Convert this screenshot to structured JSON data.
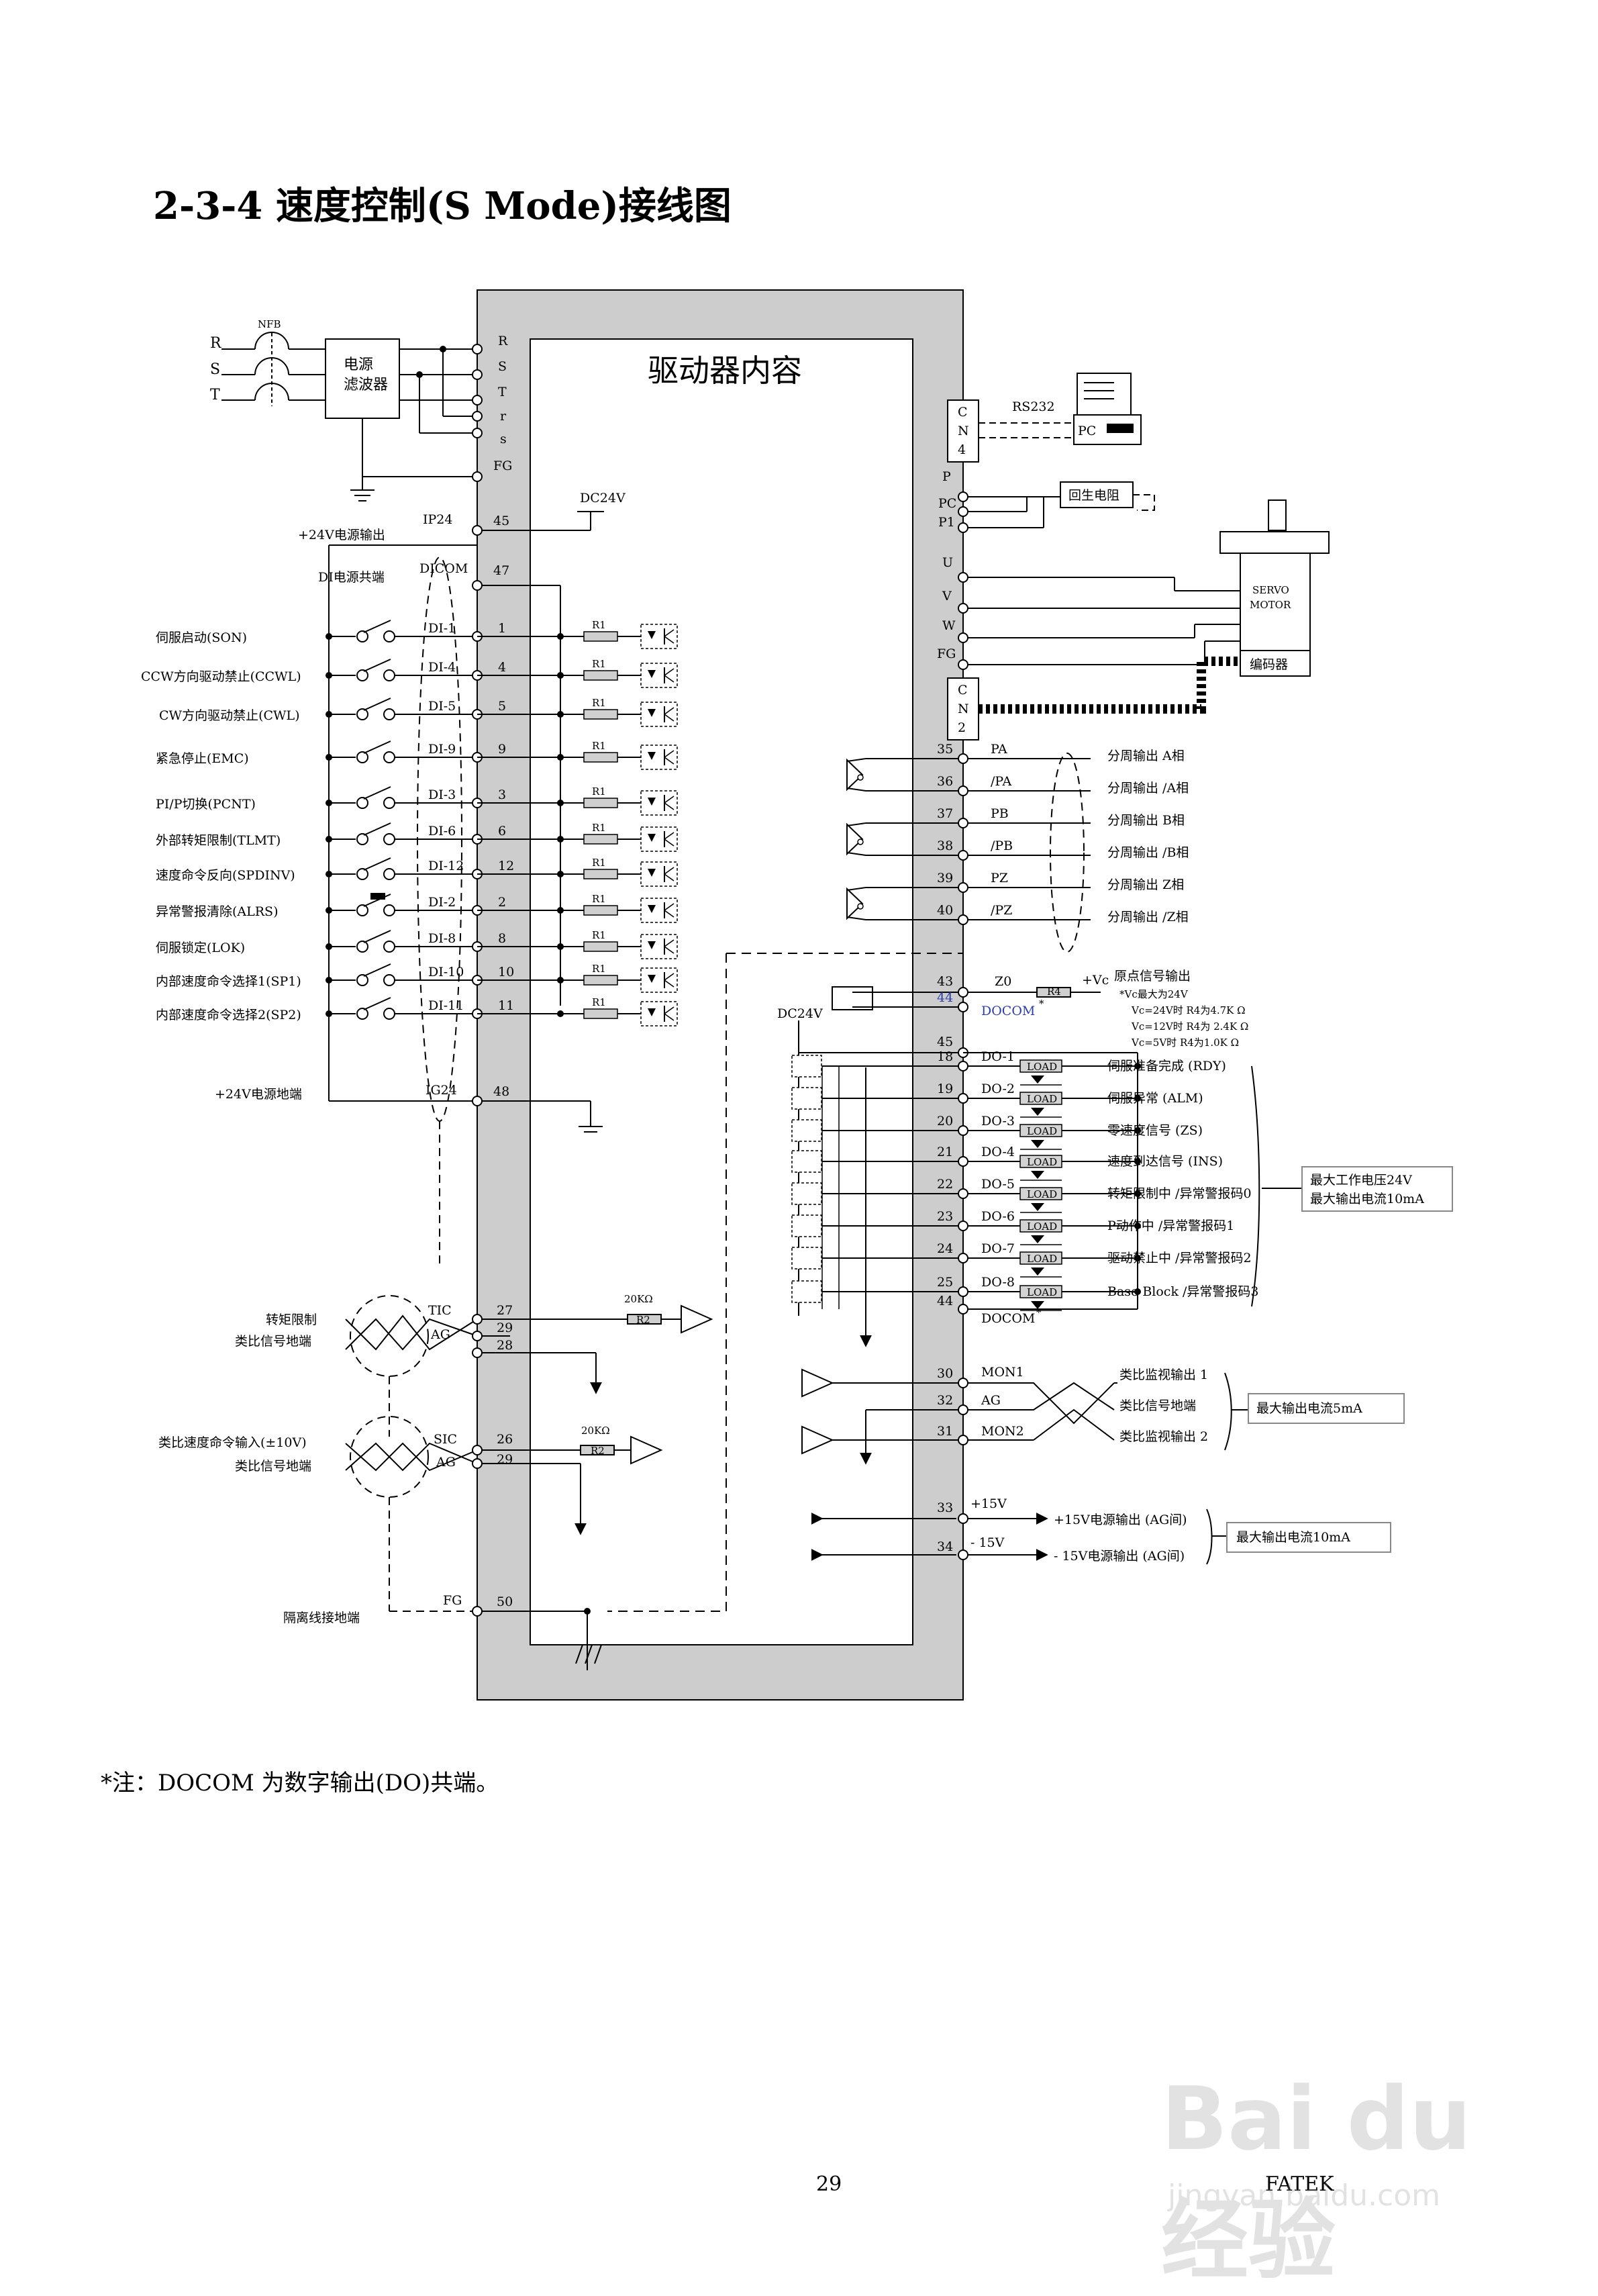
{
  "heading": "2-3-4  速度控制(S Mode)接线图",
  "drive": {
    "title": "驱动器内容"
  },
  "power_input": {
    "phases": [
      "R",
      "S",
      "T"
    ],
    "breaker": "NFB",
    "filter_line1": "电源",
    "filter_line2": "滤波器",
    "terminals": [
      "R",
      "S",
      "T",
      "r",
      "s",
      "FG"
    ]
  },
  "dc24v_label": "DC24V",
  "dc24v_label2": "DC24V",
  "ip24": {
    "name": "IP24",
    "pin": "45",
    "desc": "+24V电源输出"
  },
  "dicom": {
    "name": "DICOM",
    "pin": "47",
    "desc": "DI电源共端"
  },
  "digital_inputs": [
    {
      "desc": "伺服启动(SON)",
      "di": "DI-1",
      "pin": "1"
    },
    {
      "desc": "CCW方向驱动禁止(CCWL)",
      "di": "DI-4",
      "pin": "4"
    },
    {
      "desc": "CW方向驱动禁止(CWL)",
      "di": "DI-5",
      "pin": "5"
    },
    {
      "desc": "紧急停止(EMC)",
      "di": "DI-9",
      "pin": "9"
    },
    {
      "desc": "PI/P切换(PCNT)",
      "di": "DI-3",
      "pin": "3"
    },
    {
      "desc": "外部转矩限制(TLMT)",
      "di": "DI-6",
      "pin": "6"
    },
    {
      "desc": "速度命令反向(SPDINV)",
      "di": "DI-12",
      "pin": "12"
    },
    {
      "desc": "异常警报清除(ALRS)",
      "di": "DI-2",
      "pin": "2"
    },
    {
      "desc": "伺服锁定(LOK)",
      "di": "DI-8",
      "pin": "8"
    },
    {
      "desc": "内部速度命令选择1(SP1)",
      "di": "DI-10",
      "pin": "10"
    },
    {
      "desc": "内部速度命令选择2(SP2)",
      "di": "DI-11",
      "pin": "11"
    }
  ],
  "resistor_label": "R1",
  "ig24": {
    "name": "IG24",
    "pin": "48",
    "desc": "+24V电源地端"
  },
  "torque_limit": {
    "desc1": "转矩限制",
    "desc2": "类比信号地端",
    "tic": "TIC",
    "ag": "AG",
    "pins": [
      "27",
      "29",
      "28"
    ],
    "res_value": "20KΩ",
    "res_name": "R2"
  },
  "speed_cmd": {
    "desc1": "类比速度命令输入(±10V)",
    "desc2": "类比信号地端",
    "sic": "SIC",
    "ag": "AG",
    "pins": [
      "26",
      "29"
    ],
    "res_value": "20KΩ",
    "res_name": "R2"
  },
  "shield": {
    "fg": "FG",
    "pin": "50",
    "desc": "隔离线接地端"
  },
  "cn4": {
    "letters": [
      "C",
      "N",
      "4"
    ],
    "rs232": "RS232",
    "pc": "PC"
  },
  "regen": {
    "terminals": [
      "P",
      "PC",
      "P1"
    ],
    "resistor": "回生电阻"
  },
  "motor": {
    "terminals": [
      "U",
      "V",
      "W",
      "FG"
    ],
    "label1": "SERVO",
    "label2": "MOTOR",
    "encoder": "编码器"
  },
  "cn2": {
    "letters": [
      "C",
      "N",
      "2"
    ]
  },
  "encoder_outputs": [
    {
      "pin": "35",
      "name": "PA",
      "desc": "分周输出 A相"
    },
    {
      "pin": "36",
      "name": "/PA",
      "desc": "分周输出 /A相"
    },
    {
      "pin": "37",
      "name": "PB",
      "desc": "分周输出 B相"
    },
    {
      "pin": "38",
      "name": "/PB",
      "desc": "分周输出 /B相"
    },
    {
      "pin": "39",
      "name": "PZ",
      "desc": "分周输出 Z相"
    },
    {
      "pin": "40",
      "name": "/PZ",
      "desc": "分周输出 /Z相"
    }
  ],
  "origin": {
    "pin43": "43",
    "z0": "Z0",
    "vc": "+Vc",
    "r4": "R4",
    "desc": "原点信号输出",
    "pin44": "44",
    "docom": "DOCOM",
    "star": "*",
    "notes": [
      "*Vc最大为24V",
      "Vc=24V时 R4为4.7K Ω",
      "Vc=12V时 R4为 2.4K Ω",
      "Vc=5V时 R4为1.0K Ω"
    ]
  },
  "pin45": "45",
  "digital_outputs": [
    {
      "pin": "18",
      "name": "DO-1",
      "desc": "伺服准备完成 (RDY)"
    },
    {
      "pin": "19",
      "name": "DO-2",
      "desc": "伺服异常 (ALM)"
    },
    {
      "pin": "20",
      "name": "DO-3",
      "desc": "零速度信号 (ZS)"
    },
    {
      "pin": "21",
      "name": "DO-4",
      "desc": "速度到达信号 (INS)"
    },
    {
      "pin": "22",
      "name": "DO-5",
      "desc": "转矩限制中 /异常警报码0"
    },
    {
      "pin": "23",
      "name": "DO-6",
      "desc": "P动作中 /异常警报码1"
    },
    {
      "pin": "24",
      "name": "DO-7",
      "desc": "驱动禁止中 /异常警报码2"
    },
    {
      "pin": "25",
      "name": "DO-8",
      "desc": "Base Block /异常警报码3"
    }
  ],
  "load_label": "LOAD",
  "do_common": {
    "pin": "44",
    "name": "DOCOM",
    "star": "*"
  },
  "do_limits": [
    "最大工作电压24V",
    "最大输出电流10mA"
  ],
  "analog_monitor": {
    "rows": [
      {
        "pin": "30",
        "name": "MON1",
        "desc": "类比监视输出 1"
      },
      {
        "pin": "32",
        "name": "AG",
        "desc": "类比信号地端"
      },
      {
        "pin": "31",
        "name": "MON2",
        "desc": "类比监视输出 2"
      }
    ],
    "limit": "最大输出电流5mA"
  },
  "power_out": {
    "rows": [
      {
        "pin": "33",
        "name": "+15V",
        "desc": "+15V电源输出 (AG间)"
      },
      {
        "pin": "34",
        "name": "- 15V",
        "desc": "- 15V电源输出 (AG间)"
      }
    ],
    "limit": "最大输出电流10mA"
  },
  "footnote": "*注：DOCOM 为数字输出(DO)共端。",
  "page_number": "29",
  "footer_brand": "FATEK",
  "watermark": {
    "main": "Bai du 经验",
    "url": "jingyan.baidu.com"
  }
}
